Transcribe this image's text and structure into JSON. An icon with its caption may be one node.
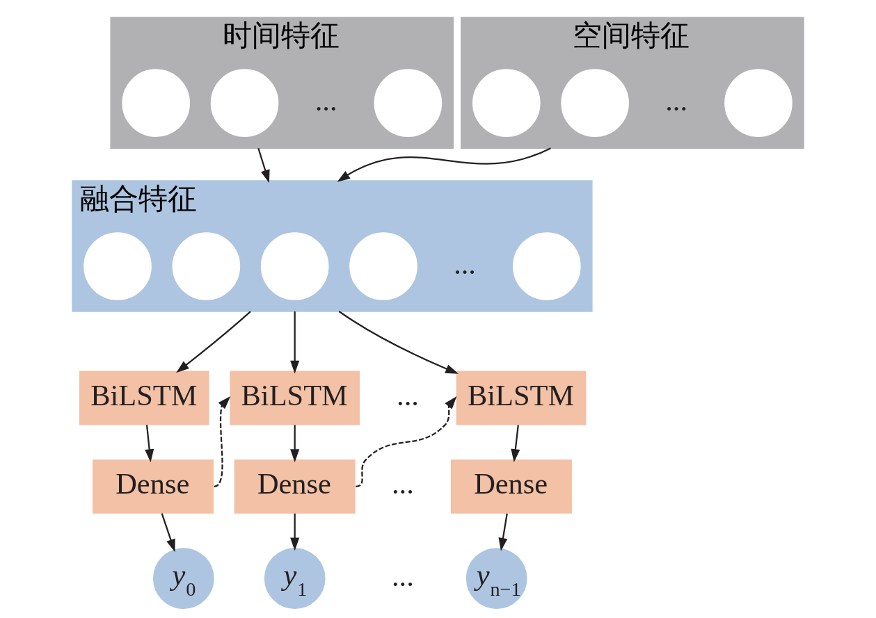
{
  "diagram": {
    "nodes": [
      {
        "text": [
          "时间特征"
        ]
      },
      {
        "text": [],
        "shape": "circle",
        "in": 0
      },
      {
        "text": [],
        "shape": "circle",
        "in": 0
      },
      {
        "text": [],
        "shape": "circle",
        "in": 0
      },
      {
        "text": [
          "空间特征"
        ]
      },
      {
        "text": [],
        "shape": "circle",
        "in": 4
      },
      {
        "text": [],
        "shape": "circle",
        "in": 4
      },
      {
        "text": [],
        "shape": "circle",
        "in": 4
      },
      {
        "text": [
          "融合特征"
        ]
      },
      {
        "text": [],
        "shape": "circle",
        "in": 8
      },
      {
        "text": [],
        "shape": "circle",
        "in": 8
      },
      {
        "text": [],
        "shape": "circle",
        "in": 8
      },
      {
        "text": [],
        "shape": "circle",
        "in": 8
      },
      {
        "text": [],
        "shape": "circle",
        "in": 8
      },
      {
        "text": [
          "BiLSTM"
        ]
      },
      {
        "text": [
          "BiLSTM"
        ]
      },
      {
        "text": [
          "BiLSTM"
        ]
      },
      {
        "text": [
          "Dense"
        ]
      },
      {
        "text": [
          "Dense"
        ]
      },
      {
        "text": [
          "Dense"
        ]
      },
      {
        "text": [
          "*y*$_{0}$"
        ]
      },
      {
        "text": [
          "*y*$_{1}$"
        ]
      },
      {
        "text": [
          "*y*$_{n−1}$"
        ]
      }
    ],
    "edges": [
      {
        "from": 0,
        "to": 8,
        "arrow": "to"
      },
      {
        "from": 4,
        "to": 8,
        "arrow": "to"
      },
      {
        "from": 8,
        "to": 14,
        "arrow": "to"
      },
      {
        "from": 8,
        "to": 15,
        "arrow": "to"
      },
      {
        "from": 8,
        "to": 16,
        "arrow": "to"
      },
      {
        "from": 14,
        "to": 17,
        "arrow": "to"
      },
      {
        "from": 15,
        "to": 18,
        "arrow": "to"
      },
      {
        "from": 16,
        "to": 19,
        "arrow": "to"
      },
      {
        "from": 17,
        "to": 20,
        "arrow": "to"
      },
      {
        "from": 18,
        "to": 21,
        "arrow": "to"
      },
      {
        "from": 19,
        "to": 22,
        "arrow": "to"
      },
      {
        "from": 17,
        "to": 15,
        "arrow": "to",
        "style": "dashed"
      },
      {
        "from": 18,
        "to": 16,
        "arrow": "to",
        "style": "dashed"
      }
    ],
    "labels": [
      "...",
      "...",
      "...",
      "...",
      "...",
      "..."
    ]
  }
}
